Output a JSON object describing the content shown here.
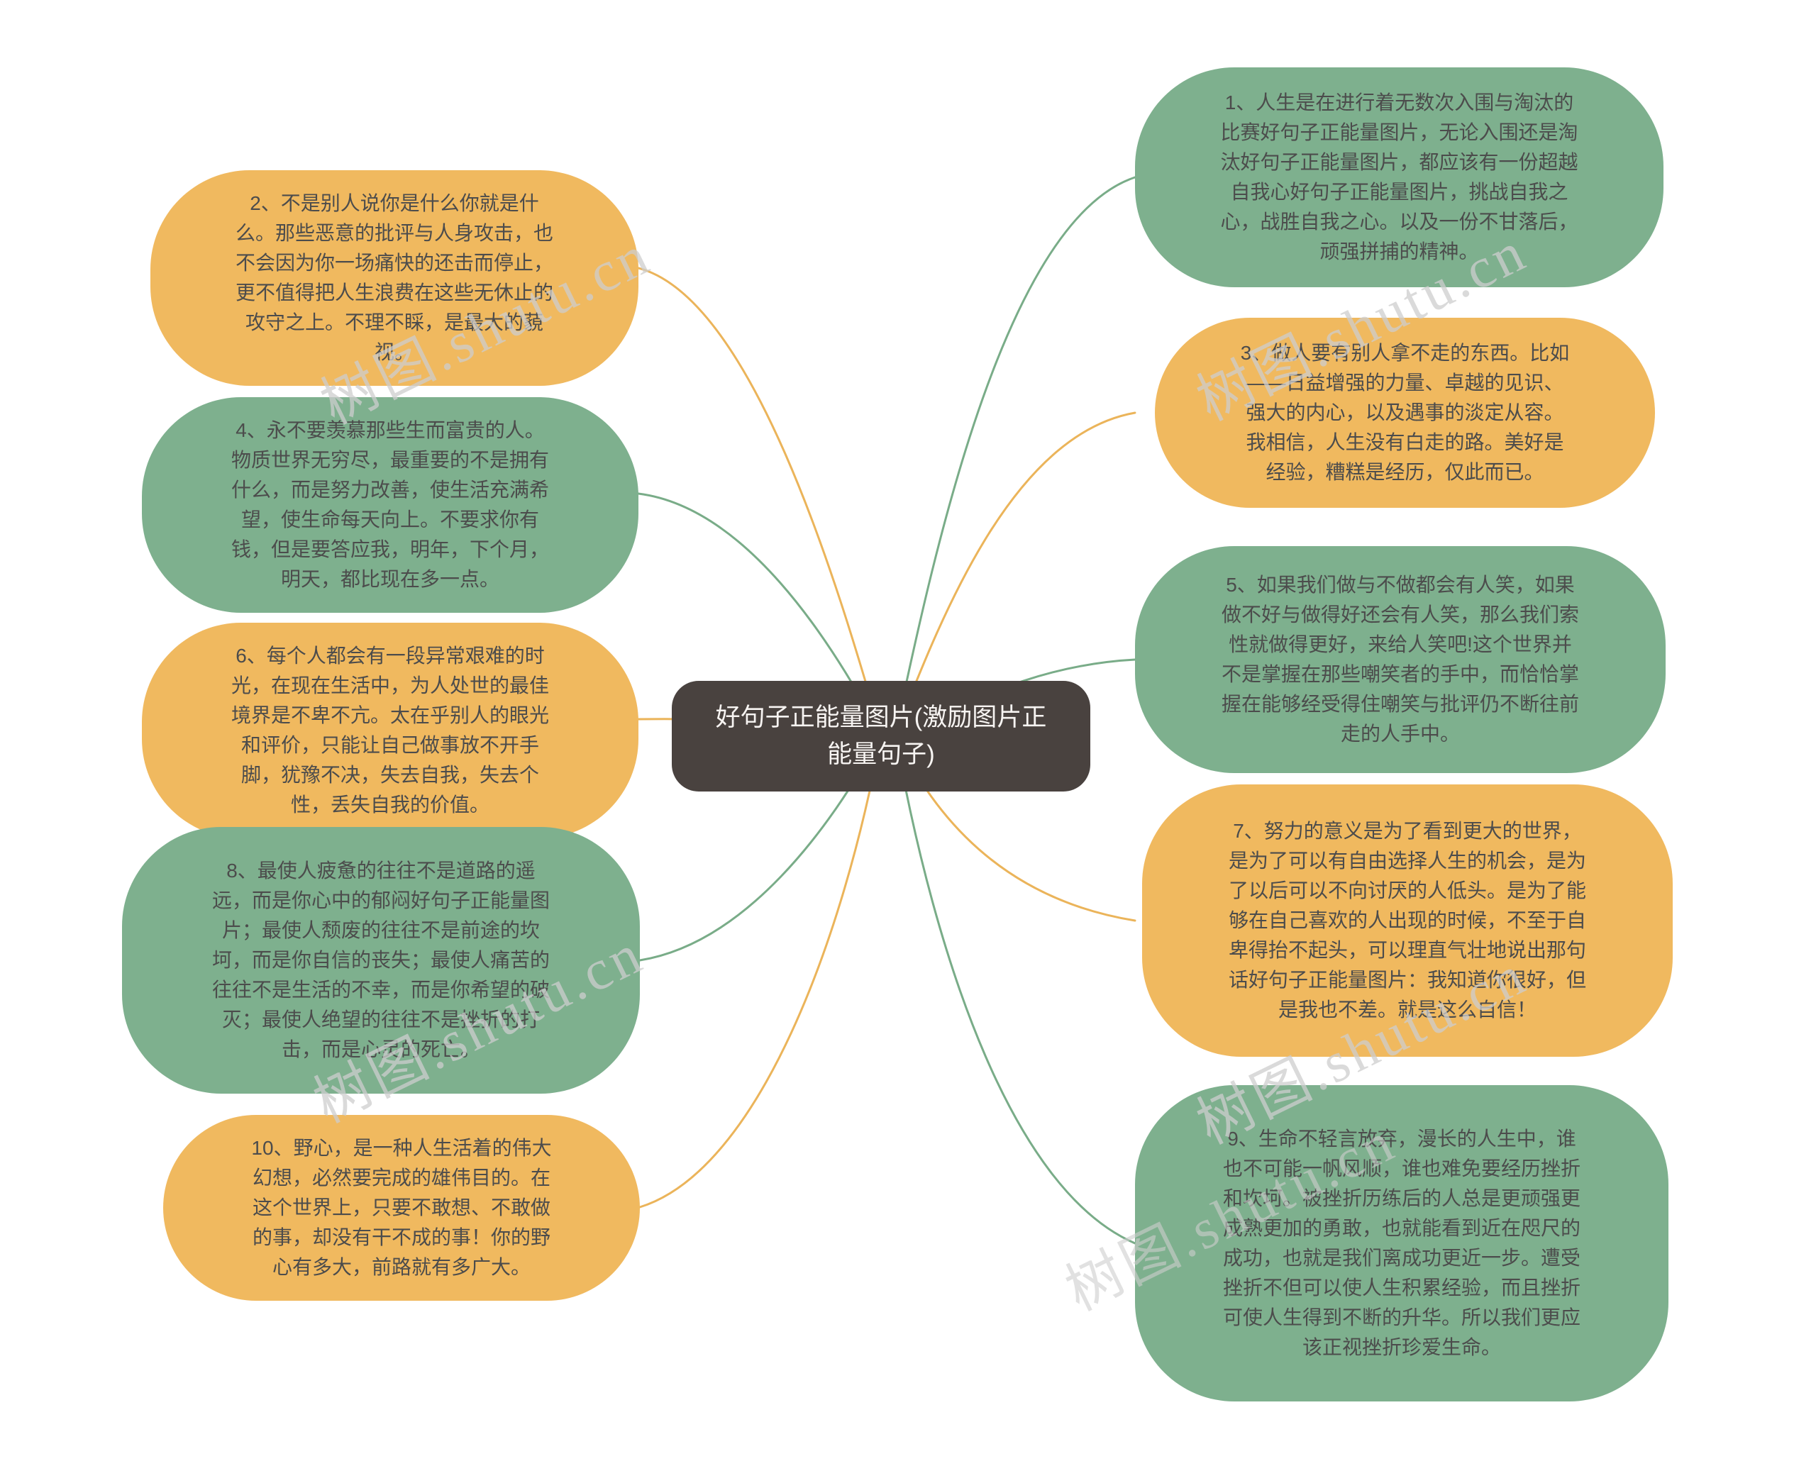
{
  "center": {
    "label": "好句子正能量图片(激励图片正能量句子)"
  },
  "watermark": {
    "text": "树图.shutu.cn"
  },
  "colors": {
    "orange_bubble": "#F0B95F",
    "green_bubble": "#7EB08E",
    "orange_line": "#EBB45A",
    "green_line": "#79AC88",
    "center_background": "#49423F",
    "center_text": "#F7F4F2",
    "bubble_text": "#4C4C4C",
    "watermark": "#CDCDCD",
    "page_background": "#FFFFFF"
  },
  "nodes": {
    "left": [
      {
        "order": "2",
        "color": "orange",
        "text": "2、不是别人说你是什么你就是什么。那些恶意的批评与人身攻击，也不会因为你一场痛快的还击而停止，更不值得把人生浪费在这些无休止的攻守之上。不理不睬，是最大的藐视。"
      },
      {
        "order": "4",
        "color": "green",
        "text": "4、永不要羡慕那些生而富贵的人。物质世界无穷尽，最重要的不是拥有什么，而是努力改善，使生活充满希望，使生命每天向上。不要求你有钱，但是要答应我，明年，下个月，明天，都比现在多一点。"
      },
      {
        "order": "6",
        "color": "orange",
        "text": "6、每个人都会有一段异常艰难的时光，在现在生活中，为人处世的最佳境界是不卑不亢。太在乎别人的眼光和评价，只能让自己做事放不开手脚，犹豫不决，失去自我，失去个性，丢失自我的价值。"
      },
      {
        "order": "8",
        "color": "green",
        "text": "8、最使人疲惫的往往不是道路的遥远，而是你心中的郁闷好句子正能量图片；最使人颓废的往往不是前途的坎坷，而是你自信的丧失；最使人痛苦的往往不是生活的不幸，而是你希望的破灭；最使人绝望的往往不是挫折的打击，而是心灵的死亡。"
      },
      {
        "order": "10",
        "color": "orange",
        "text": "10、野心，是一种人生活着的伟大幻想，必然要完成的雄伟目的。在这个世界上，只要不敢想、不敢做的事，却没有干不成的事！你的野心有多大，前路就有多广大。"
      }
    ],
    "right": [
      {
        "order": "1",
        "color": "green",
        "text": "1、人生是在进行着无数次入围与淘汰的比赛好句子正能量图片，无论入围还是淘汰好句子正能量图片，都应该有一份超越自我心好句子正能量图片，挑战自我之心，战胜自我之心。以及一份不甘落后，顽强拼捕的精神。"
      },
      {
        "order": "3",
        "color": "orange",
        "text": "3、做人要有别人拿不走的东西。比如——日益增强的力量、卓越的见识、强大的内心，以及遇事的淡定从容。我相信，人生没有白走的路。美好是经验，糟糕是经历，仅此而已。"
      },
      {
        "order": "5",
        "color": "green",
        "text": "5、如果我们做与不做都会有人笑，如果做不好与做得好还会有人笑，那么我们索性就做得更好，来给人笑吧!这个世界并不是掌握在那些嘲笑者的手中，而恰恰掌握在能够经受得住嘲笑与批评仍不断往前走的人手中。"
      },
      {
        "order": "7",
        "color": "orange",
        "text": "7、努力的意义是为了看到更大的世界，是为了可以有自由选择人生的机会，是为了以后可以不向讨厌的人低头。是为了能够在自己喜欢的人出现的时候，不至于自卑得抬不起头，可以理直气壮地说出那句话好句子正能量图片：我知道你很好，但是我也不差。就是这么自信！"
      },
      {
        "order": "9",
        "color": "green",
        "text": "9、生命不轻言放弃，漫长的人生中，谁也不可能一帆风顺，谁也难免要经历挫折和坎坷。被挫折历练后的人总是更顽强更成熟更加的勇敢，也就能看到近在咫尺的成功，也就是我们离成功更近一步。遭受挫折不但可以使人生积累经验，而且挫折可使人生得到不断的升华。所以我们更应该正视挫折珍爱生命。"
      }
    ]
  }
}
